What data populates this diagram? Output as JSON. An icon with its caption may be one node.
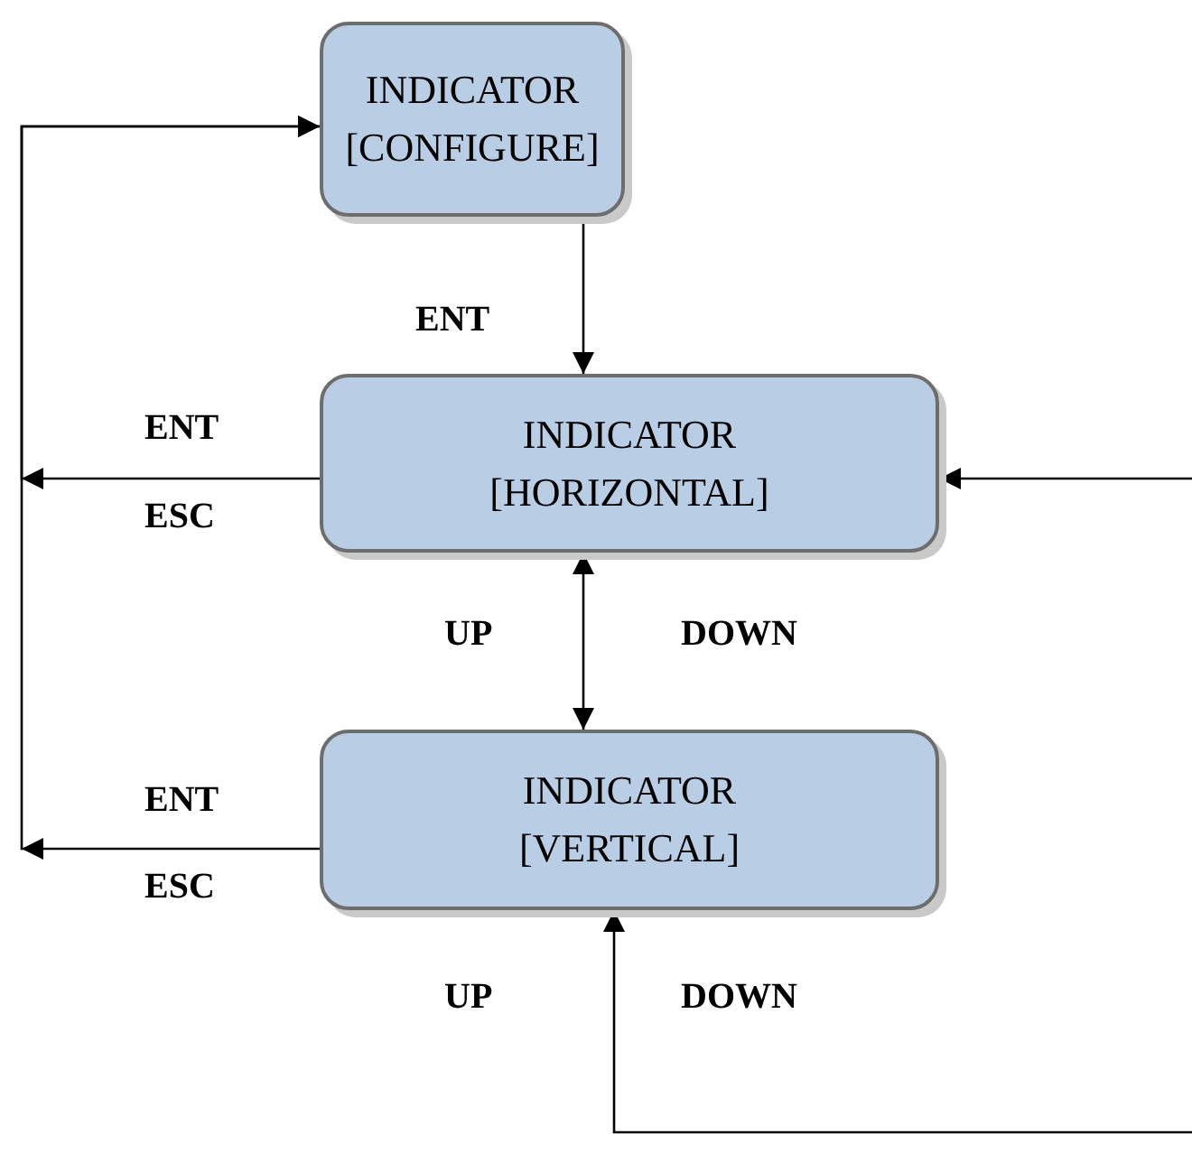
{
  "diagram": {
    "nodes": [
      {
        "text": [
          "INDICATOR [CONFIGURE]"
        ]
      },
      {
        "text": [
          "INDICATOR [HORIZONTAL]"
        ]
      },
      {
        "text": [
          "INDICATOR [VERTICAL]"
        ]
      }
    ],
    "edges": [
      {
        "from": 0,
        "to": 1,
        "arrow": "to",
        "label": "ENT"
      },
      {
        "from": 1,
        "to": 0,
        "arrow": "to"
      },
      {
        "from": 2,
        "to": 0,
        "arrow": "to"
      },
      {
        "from": 1,
        "to": 2,
        "arrow": "both"
      },
      {
        "from": null,
        "to": 1,
        "arrow": "to"
      },
      {
        "from": null,
        "to": 2,
        "arrow": "to"
      }
    ],
    "labels": [
      "ENT",
      "ESC",
      "UP",
      "DOWN",
      "ENT",
      "ESC",
      "UP",
      "DOWN"
    ]
  }
}
